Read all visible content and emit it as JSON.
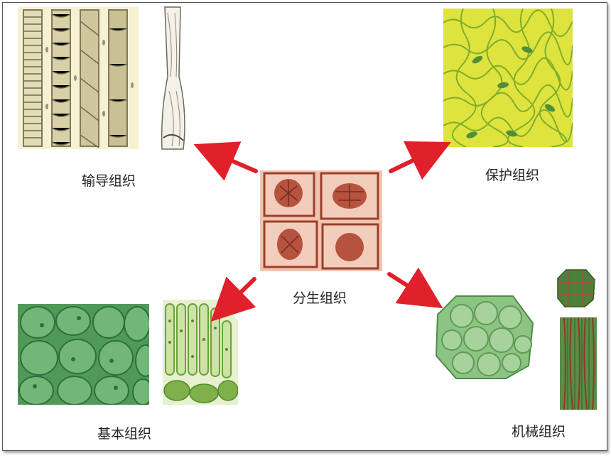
{
  "diagram": {
    "labels": {
      "center": "分生组织",
      "top_left": "输导组织",
      "top_right": "保护组织",
      "bottom_left": "基本组织",
      "bottom_right": "机械组织"
    },
    "colors": {
      "arrow": "#e0202a",
      "meristem": "#b5533f",
      "epidermis": "#d8e03a",
      "parenchyma": "#62a566",
      "conducting": "#8a8468",
      "mechanical": "#5f8f4a"
    }
  }
}
